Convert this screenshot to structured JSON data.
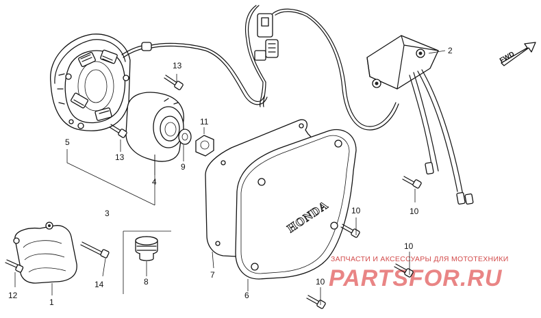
{
  "labels": {
    "p1": "1",
    "p2": "2",
    "p3": "3",
    "p4": "4",
    "p5": "5",
    "p6": "6",
    "p7": "7",
    "p8": "8",
    "p9": "9",
    "p10a": "10",
    "p10b": "10",
    "p10c": "10",
    "p10d": "10",
    "p11": "11",
    "p12": "12",
    "p13a": "13",
    "p13b": "13",
    "p14": "14"
  },
  "cover_brand": "HONDA",
  "direction": "FWD",
  "watermark": {
    "caption": "ЗАПЧАСТИ И АКСЕССУАРЫ ДЛЯ МОТОТЕХНИКИ",
    "logo": "PARTSFOR.RU"
  }
}
